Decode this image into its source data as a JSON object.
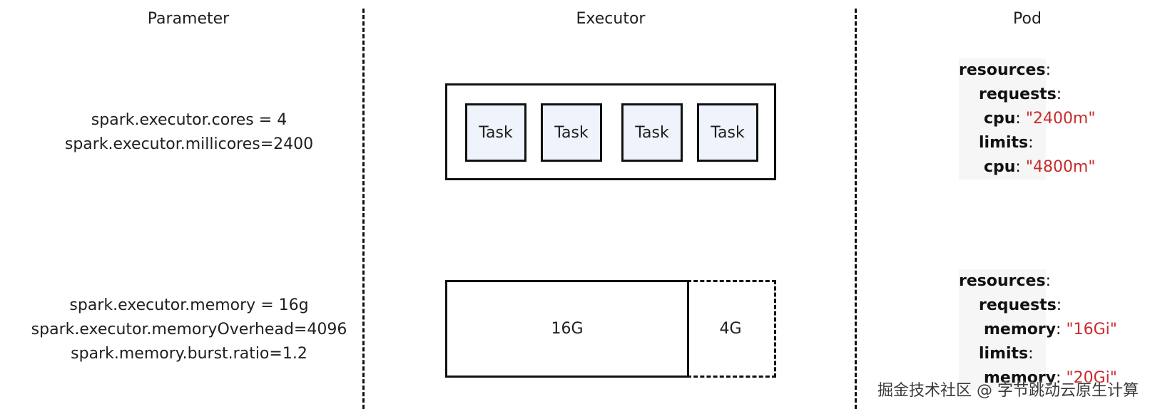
{
  "headers": {
    "parameter": "Parameter",
    "executor": "Executor",
    "pod": "Pod"
  },
  "cpu_params": [
    "spark.executor.cores = 4",
    "spark.executor.millicores=2400"
  ],
  "mem_params": [
    "spark.executor.memory = 16g",
    "spark.executor.memoryOverhead=4096",
    "spark.memory.burst.ratio=1.2"
  ],
  "executor": {
    "tasks": [
      "Task",
      "Task",
      "Task",
      "Task"
    ],
    "memory": {
      "main": "16G",
      "overhead": "4G"
    }
  },
  "pod_cpu": {
    "resources": "resources",
    "requests": "requests",
    "req_key": "cpu",
    "req_val": "\"2400m\"",
    "limits": "limits",
    "lim_key": "cpu",
    "lim_val": "\"4800m\""
  },
  "pod_mem": {
    "resources": "resources",
    "requests": "requests",
    "req_key": "memory",
    "req_val": "\"16Gi\"",
    "limits": "limits",
    "lim_key": "memory",
    "lim_val": "\"20Gi\""
  },
  "watermark": "掘金技术社区 @ 字节跳动云原生计算"
}
